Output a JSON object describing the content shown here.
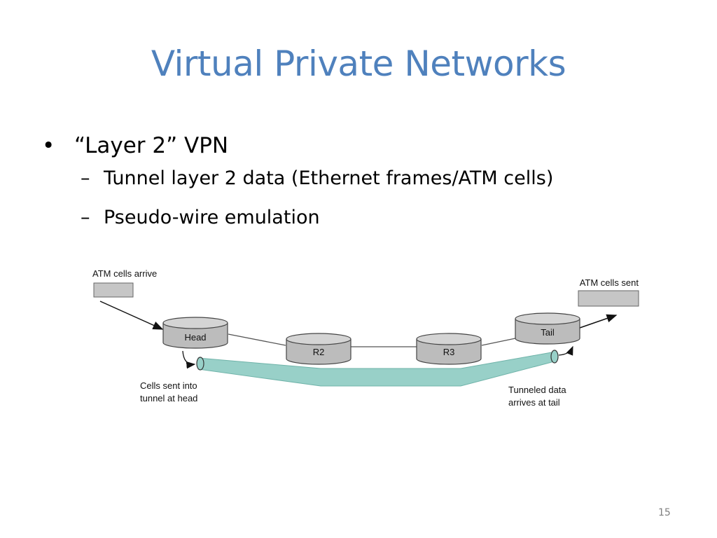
{
  "slide": {
    "title": "Virtual Private Networks",
    "page_number": "15"
  },
  "bullets": [
    {
      "text": "“Layer 2” VPN",
      "sub": [
        "Tunnel layer 2 data (Ethernet frames/ATM cells)",
        "Pseudo-wire emulation"
      ]
    }
  ],
  "diagram": {
    "routers": [
      "Head",
      "R2",
      "R3",
      "Tail"
    ],
    "labels": {
      "arrive": "ATM cells arrive",
      "sent": "ATM cells sent",
      "into_line1": "Cells sent into",
      "into_line2": "tunnel at head",
      "tail_line1": "Tunneled data",
      "tail_line2": "arrives at tail"
    },
    "colors": {
      "router_fill": "#bcbcbc",
      "tunnel_fill": "#98d0c8",
      "title_color": "#4f81bd"
    }
  }
}
